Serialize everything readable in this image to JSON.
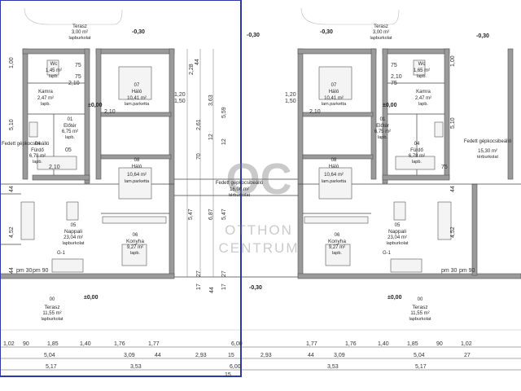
{
  "title_block_color": "#2b3aa6",
  "watermark": {
    "logo": "OC",
    "line1": "OTTHON",
    "line2": "CENTRUM"
  },
  "rooms_left": [
    {
      "id": "terrace-top",
      "num": "",
      "name": "Terasz",
      "area": "3,00 m²",
      "floor": "lapburkolat"
    },
    {
      "id": "wc",
      "num": "",
      "name": "Wc",
      "area": "1,45 m²",
      "floor": "lapb."
    },
    {
      "id": "pantry",
      "num": "",
      "name": "Kamra",
      "area": "2,47 m²",
      "floor": "lapb."
    },
    {
      "id": "hall",
      "num": "01",
      "name": "Előtér",
      "area": "6,75 m²",
      "floor": "lapb."
    },
    {
      "id": "bath",
      "num": "04",
      "name": "Fürdő",
      "area": "6,78 m²",
      "floor": "lapb."
    },
    {
      "id": "carport",
      "num": "",
      "name": "Fedett gépkocsibeálló",
      "area": "",
      "floor": ""
    },
    {
      "id": "bed1",
      "num": "07",
      "name": "Háló",
      "area": "10,41 m²",
      "floor": "lam.parketta"
    },
    {
      "id": "bed2",
      "num": "08",
      "name": "Háló",
      "area": "10,64 m²",
      "floor": "lam.parketta"
    },
    {
      "id": "living",
      "num": "05",
      "name": "Nappali",
      "area": "23,04 m²",
      "floor": "lapburkolat"
    },
    {
      "id": "kitchen",
      "num": "06",
      "name": "Konyha",
      "area": "9,27 m²",
      "floor": "lapb."
    },
    {
      "id": "terrace-bottom",
      "num": "00",
      "name": "Terasz",
      "area": "11,55 m²",
      "floor": "lapburkolat"
    }
  ],
  "carport_center": {
    "name": "Fedett gépkocsibeálló",
    "area": "16,00 m²",
    "floor": "térburkolat"
  },
  "rooms_right": [
    {
      "id": "terrace-top",
      "num": "",
      "name": "Terasz",
      "area": "3,00 m²",
      "floor": "lapburkolat"
    },
    {
      "id": "wc",
      "num": "",
      "name": "Wc",
      "area": "1,65 m²",
      "floor": "lapb."
    },
    {
      "id": "pantry",
      "num": "",
      "name": "Kamra",
      "area": "2,47 m²",
      "floor": "lapb."
    },
    {
      "id": "hall",
      "num": "01",
      "name": "Előtér",
      "area": "6,75 m²",
      "floor": "lapb."
    },
    {
      "id": "bath",
      "num": "04",
      "name": "Fürdő",
      "area": "6,78 m²",
      "floor": "lapb."
    },
    {
      "id": "bed1",
      "num": "07",
      "name": "Háló",
      "area": "10,41 m²",
      "floor": "lam.parketta"
    },
    {
      "id": "bed2",
      "num": "08",
      "name": "Háló",
      "area": "10,64 m²",
      "floor": "lam.parketta"
    },
    {
      "id": "living",
      "num": "05",
      "name": "Nappali",
      "area": "23,04 m²",
      "floor": "lapburkolat"
    },
    {
      "id": "kitchen",
      "num": "06",
      "name": "Konyha",
      "area": "9,27 m²",
      "floor": "lapb."
    },
    {
      "id": "carport",
      "num": "",
      "name": "Fedett gépkocsibeálló",
      "area": "15,30 m²",
      "floor": "térburkolat"
    },
    {
      "id": "terrace-bottom",
      "num": "00",
      "name": "Terasz",
      "area": "11,55 m²",
      "floor": "lapburkolat"
    }
  ],
  "levels": {
    "minus": "-0,30",
    "zero": "±0,00"
  },
  "section_marks": [
    "G-1",
    "G-1"
  ],
  "openings": [
    "pm 30",
    "pm 90",
    "pm 30",
    "pm 90",
    "1,20",
    "1,50",
    "1,20",
    "1,50",
    "2,10",
    "2,10"
  ],
  "vertical_dims_center": [
    "44",
    "2,28",
    "3,63",
    "5,59",
    "12",
    "2,61",
    "70",
    "5,47",
    "6,87",
    "5,47",
    "27",
    "17",
    "44",
    "27",
    "17",
    "12"
  ],
  "vertical_dims_left": [
    "1,00",
    "5,10",
    "44",
    "4,52",
    "44"
  ],
  "vertical_dims_right": [
    "1,00",
    "5,10",
    "44",
    "4,52"
  ],
  "dims_row1": [
    "1,02",
    "90",
    "1,85",
    "1,40",
    "1,76",
    "1,77",
    "6,00",
    "1,77",
    "1,76",
    "1,40",
    "1,85",
    "90",
    "1,02"
  ],
  "dims_row2": [
    "5,04",
    "3,09",
    "44",
    "2,93",
    "15",
    "2,93",
    "44",
    "3,09",
    "5,04",
    "27"
  ],
  "dims_row3": [
    "5,17",
    "3,53",
    "6,00",
    "3,53",
    "5,17",
    "15"
  ],
  "small_dims": [
    "75",
    "75",
    "2,10",
    "75",
    "2,10",
    "05",
    "75",
    "2,10",
    "75"
  ]
}
